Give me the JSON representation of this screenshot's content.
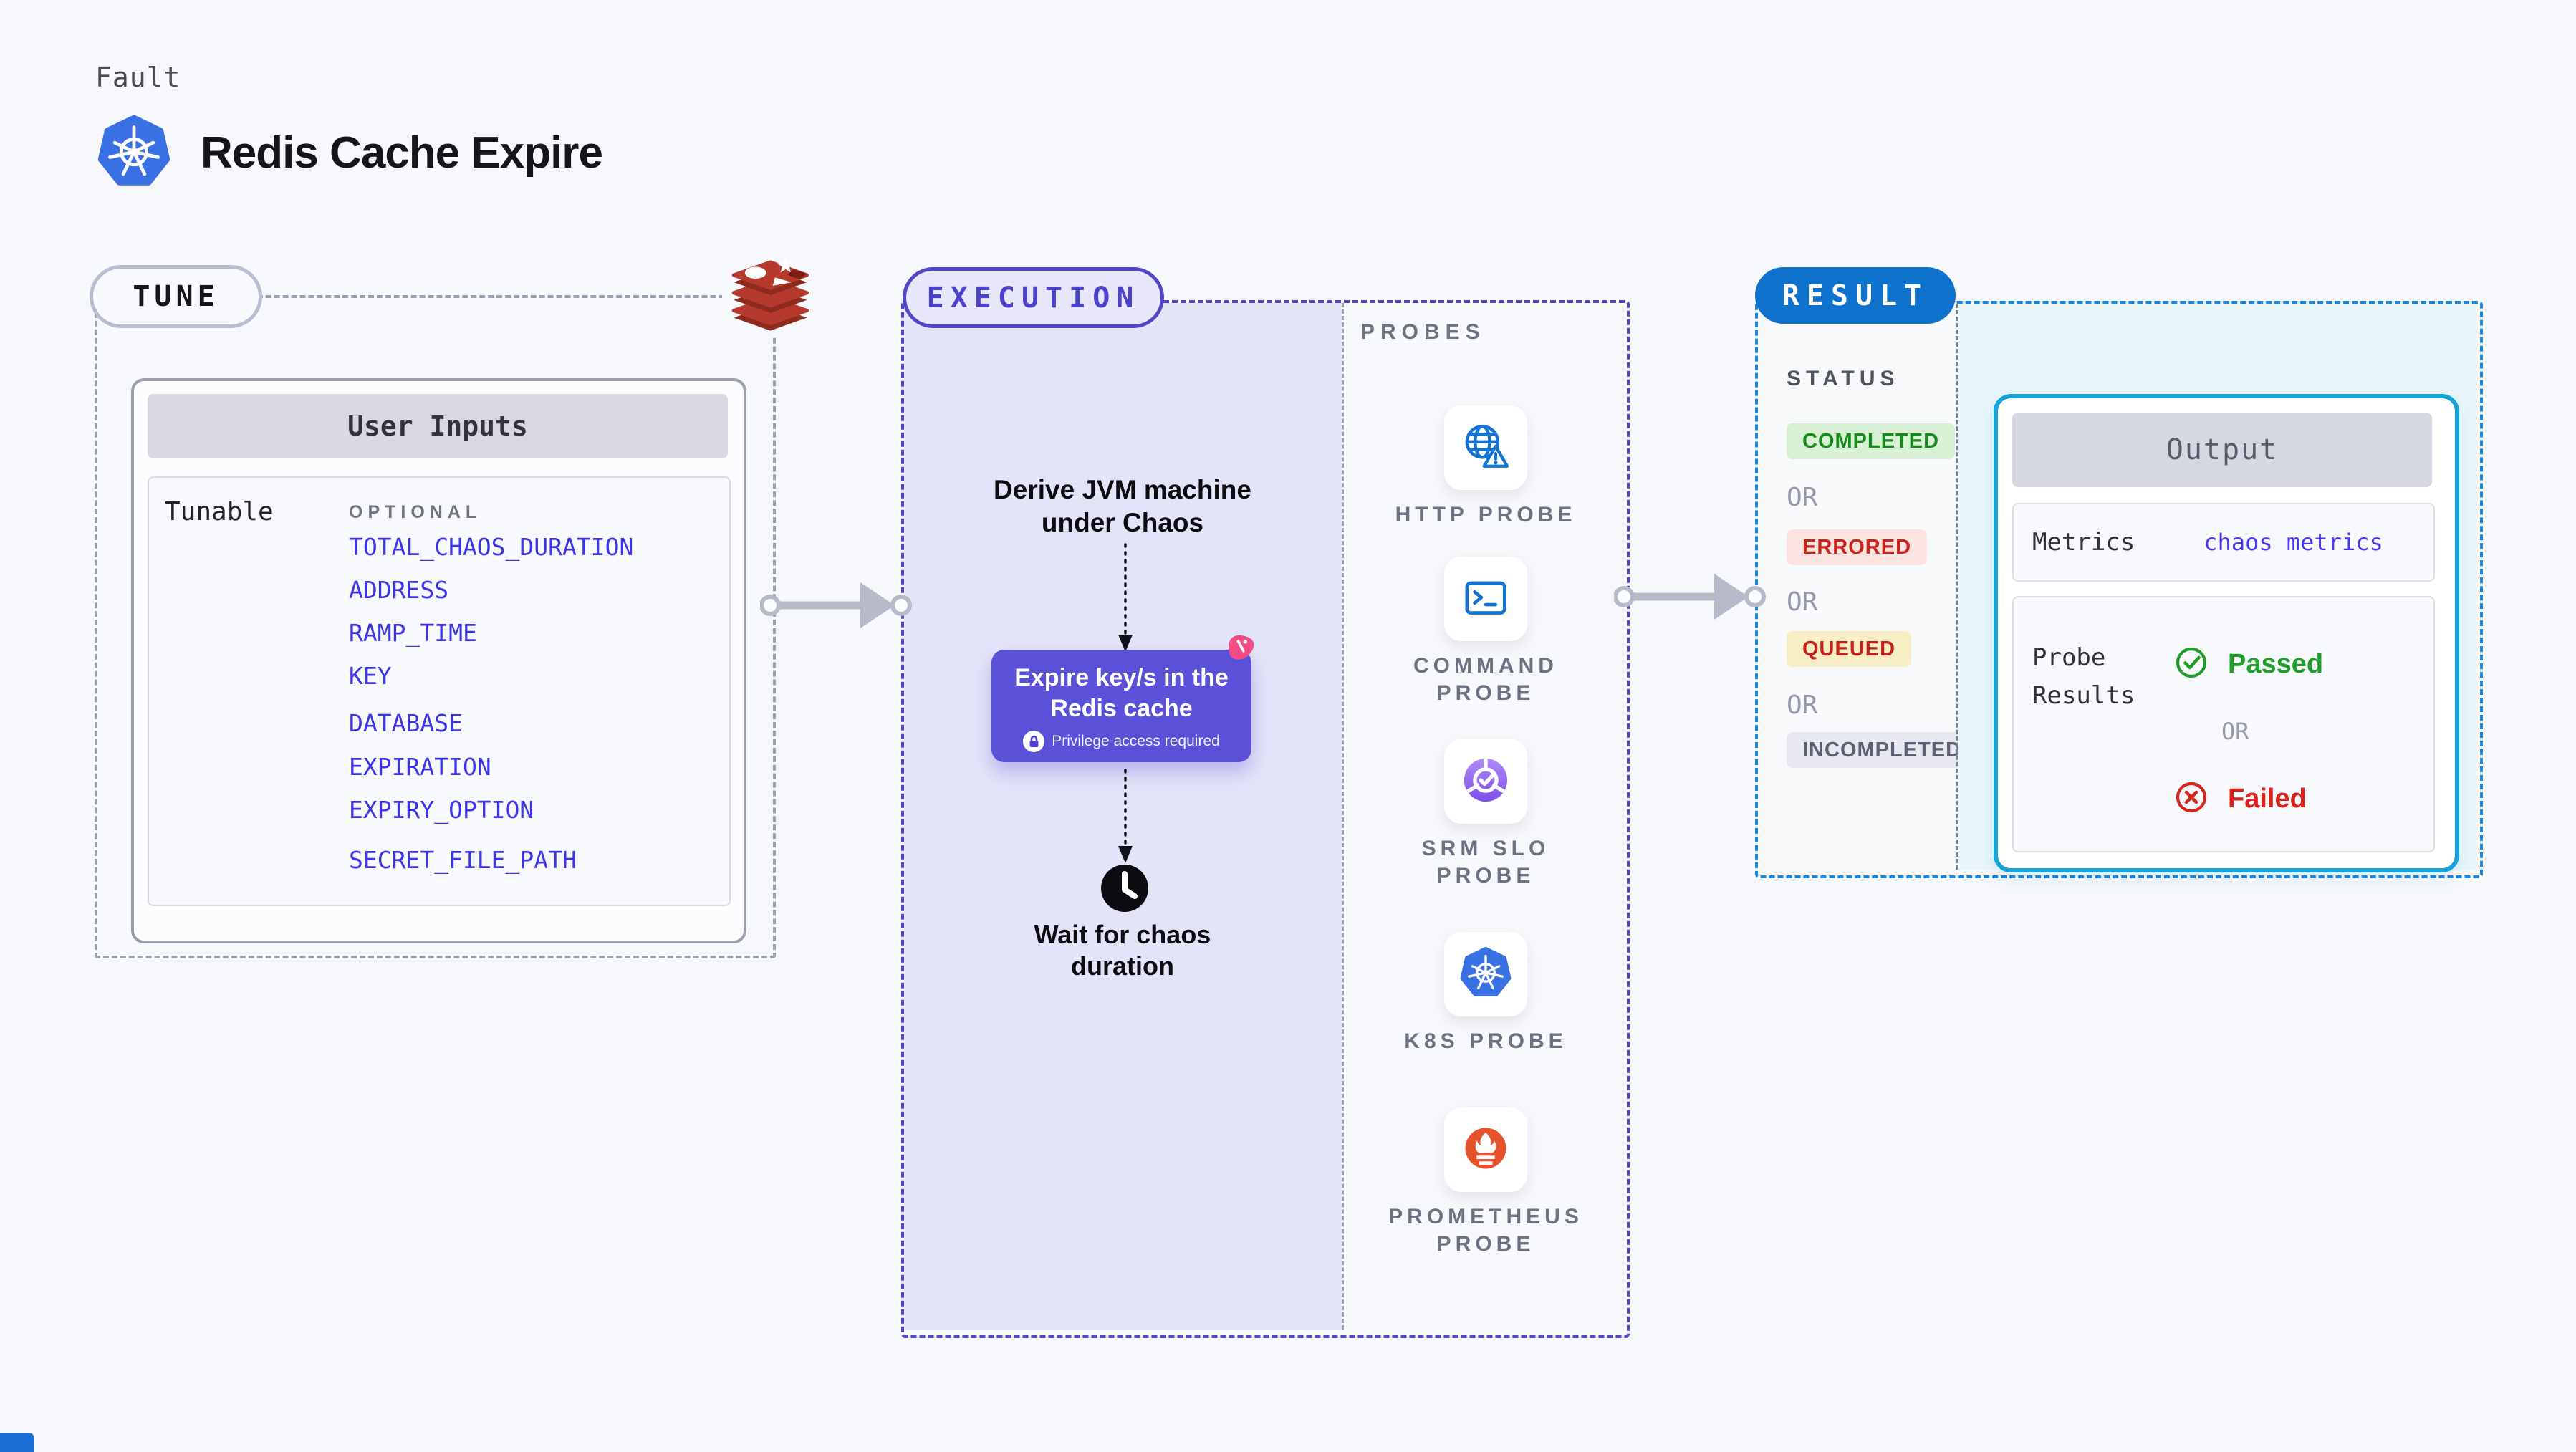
{
  "colors": {
    "page_bg": "#f7f8fc",
    "accent_indigo": "#4f46c8",
    "execution_fill": "#e4e4f9",
    "chaos_box": "#5b50d8",
    "result_blue": "#0e72cc",
    "result_border": "#1b86d8",
    "output_border": "#15a3d8",
    "cyan_fill": "#e8f5fb",
    "param_link": "#3a35e8",
    "passed_green": "#1f9f29",
    "failed_red": "#d8231a",
    "queued_yellow_bg": "#f8eec6",
    "completed_green_bg": "#d8f0d4",
    "errored_red_bg": "#fbe3e0",
    "gray_dash": "#9aa0ad",
    "redis_red": "#b5392d",
    "k8s_blue": "#3970e4",
    "probe_icon_blue": "#1473d0",
    "srm_purple": "#8b5cf6",
    "prometheus_orange": "#e6522c",
    "litmus_pink": "#f24c86"
  },
  "header": {
    "eyebrow": "Fault",
    "title": "Redis Cache Expire",
    "title_icon": "kubernetes-icon"
  },
  "tune": {
    "label": "TUNE",
    "brand_icon": "redis-icon",
    "panel_title": "User Inputs",
    "group_label": "Tunable",
    "column_label": "OPTIONAL",
    "params": [
      "TOTAL_CHAOS_DURATION",
      "ADDRESS",
      "RAMP_TIME",
      "KEY",
      "DATABASE",
      "EXPIRATION",
      "EXPIRY_OPTION",
      "SECRET_FILE_PATH"
    ]
  },
  "execution": {
    "label": "EXECUTION",
    "step_derive": "Derive JVM machine\nunder Chaos",
    "action": "Expire key/s in the\nRedis cache",
    "action_note": "Privilege access required",
    "action_note_icon": "lock-icon",
    "action_badge_icon": "litmus-icon",
    "step_wait": "Wait for chaos\nduration",
    "step_wait_icon": "clock-icon"
  },
  "probes": {
    "label": "PROBES",
    "items": [
      {
        "name": "HTTP PROBE",
        "icon": "globe-alert-icon"
      },
      {
        "name": "COMMAND\nPROBE",
        "icon": "terminal-icon"
      },
      {
        "name": "SRM SLO\nPROBE",
        "icon": "slo-check-icon"
      },
      {
        "name": "K8S PROBE",
        "icon": "kubernetes-icon"
      },
      {
        "name": "PROMETHEUS\nPROBE",
        "icon": "prometheus-icon"
      }
    ]
  },
  "result": {
    "label": "RESULT",
    "status_label": "STATUS",
    "statuses": [
      {
        "label": "COMPLETED",
        "kind": "green"
      },
      {
        "label": "OR",
        "kind": "or"
      },
      {
        "label": "ERRORED",
        "kind": "red"
      },
      {
        "label": "OR",
        "kind": "or"
      },
      {
        "label": "QUEUED",
        "kind": "yellow"
      },
      {
        "label": "OR",
        "kind": "or"
      },
      {
        "label": "INCOMPLETED",
        "kind": "gray"
      }
    ],
    "output": {
      "title": "Output",
      "metrics_label": "Metrics",
      "metrics_value": "chaos metrics",
      "probe_results_label": "Probe\nResults",
      "passed_label": "Passed",
      "passed_icon": "check-circle-icon",
      "or_label": "OR",
      "failed_label": "Failed",
      "failed_icon": "x-circle-icon"
    }
  }
}
